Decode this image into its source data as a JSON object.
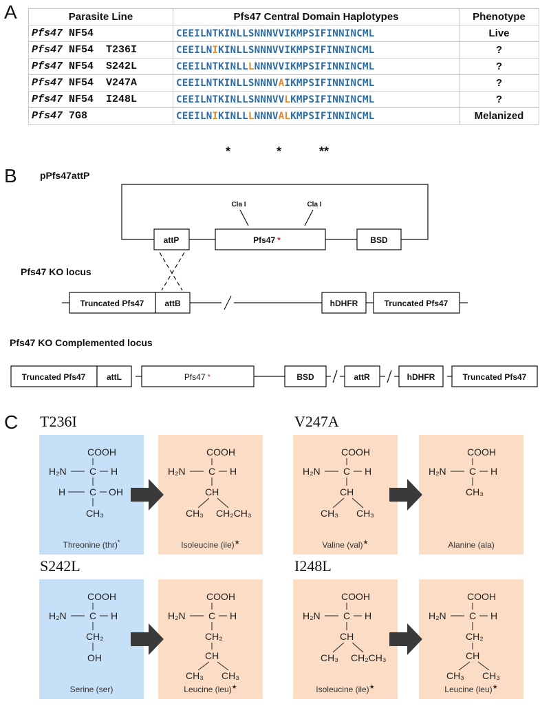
{
  "panelA": {
    "letter": "A",
    "headers": [
      "Parasite Line",
      "Pfs47 Central Domain Haplotypes",
      "Phenotype"
    ],
    "rows": [
      {
        "gene": "Pfs47",
        "line": " NF54",
        "seq": [
          {
            "t": "CEEILNTKINLLSNNNVVIKMPSIFINNINCML",
            "m": false
          }
        ],
        "pheno": "Live"
      },
      {
        "gene": "Pfs47",
        "line": " NF54  T236I",
        "seq": [
          {
            "t": "CEEILN",
            "m": false
          },
          {
            "t": "I",
            "m": true
          },
          {
            "t": "KINLLSNNNVVIKMPSIFINNINCML",
            "m": false
          }
        ],
        "pheno": "?"
      },
      {
        "gene": "Pfs47",
        "line": " NF54  S242L",
        "seq": [
          {
            "t": "CEEILNTKINLL",
            "m": false
          },
          {
            "t": "L",
            "m": true
          },
          {
            "t": "NNNVVIKMPSIFINNINCML",
            "m": false
          }
        ],
        "pheno": "?"
      },
      {
        "gene": "Pfs47",
        "line": " NF54  V247A",
        "seq": [
          {
            "t": "CEEILNTKINLLSNNNV",
            "m": false
          },
          {
            "t": "A",
            "m": true
          },
          {
            "t": "IKMPSIFINNINCML",
            "m": false
          }
        ],
        "pheno": "?"
      },
      {
        "gene": "Pfs47",
        "line": " NF54  I248L",
        "seq": [
          {
            "t": "CEEILNTKINLLSNNNVV",
            "m": false
          },
          {
            "t": "L",
            "m": true
          },
          {
            "t": "KMPSIFINNINCML",
            "m": false
          }
        ],
        "pheno": "?"
      },
      {
        "gene": "Pfs47",
        "line": " 7G8",
        "seq": [
          {
            "t": "CEEILN",
            "m": false
          },
          {
            "t": "I",
            "m": true
          },
          {
            "t": "KINLL",
            "m": false
          },
          {
            "t": "L",
            "m": true
          },
          {
            "t": "NNNV",
            "m": false
          },
          {
            "t": "AL",
            "m": true
          },
          {
            "t": "KMPSIFINNINCML",
            "m": false
          }
        ],
        "pheno": "Melanized"
      }
    ],
    "stars": [
      "*",
      "*",
      "**"
    ]
  },
  "panelB": {
    "letter": "B",
    "plasmid_label": "pPfs47attP",
    "cla1": "Cla I",
    "cla2": "Cla I",
    "attP": "attP",
    "pfs47": "Pfs47",
    "star": "*",
    "bsd": "BSD",
    "ko_label": "Pfs47 KO locus",
    "trunc1": "Truncated Pfs47",
    "attB": "attB",
    "hdhfr": "hDHFR",
    "trunc2": "Truncated Pfs47",
    "comp_label": "Pfs47 KO Complemented locus",
    "c_trunc1": "Truncated Pfs47",
    "attL": "attL",
    "c_pfs47": "Pfs47",
    "c_bsd": "BSD",
    "attR": "attR",
    "c_hdhfr": "hDHFR",
    "c_trunc2": "Truncated Pfs47"
  },
  "panelC": {
    "letter": "C",
    "colors": {
      "blue": "#c5e0f7",
      "peach": "#fbdcc4",
      "arrow": "#3a3a3a"
    },
    "mutations": [
      {
        "title": "T236I",
        "from": "Threonine (thr)",
        "from_star": "*",
        "to": "Isoleucine (ile)",
        "to_star": "★"
      },
      {
        "title": "V247A",
        "from": "Valine (val)",
        "from_star": "★",
        "to": "Alanine (ala)",
        "to_star": ""
      },
      {
        "title": "S242L",
        "from": "Serine (ser)",
        "from_star": "",
        "to": "Leucine (leu)",
        "to_star": "★"
      },
      {
        "title": "I248L",
        "from": "Isoleucine (ile)",
        "from_star": "★",
        "to": "Leucine (leu)",
        "to_star": "★"
      }
    ],
    "chem": {
      "cooh": "COOH",
      "h2n": "H₂N",
      "c": "C",
      "h": "H",
      "oh": "OH",
      "ch": "CH",
      "ch2": "CH₂",
      "ch3": "CH₃",
      "ch2ch3": "CH₂CH₃",
      "dash": "–"
    }
  }
}
